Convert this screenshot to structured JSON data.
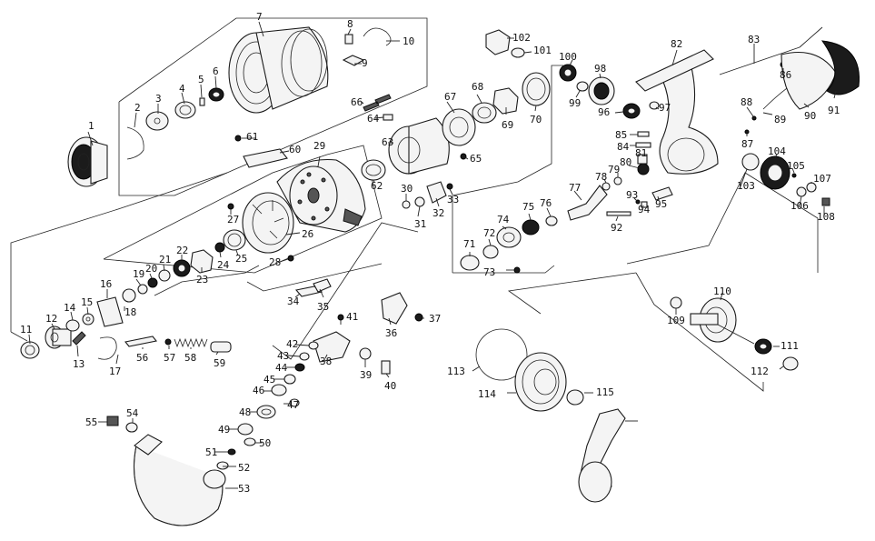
{
  "diagram": {
    "labels": [
      "1",
      "2",
      "3",
      "4",
      "5",
      "6",
      "7",
      "8",
      "9",
      "10",
      "11",
      "12",
      "13",
      "14",
      "15",
      "16",
      "17",
      "18",
      "19",
      "20",
      "21",
      "22",
      "23",
      "24",
      "25",
      "26",
      "27",
      "28",
      "29",
      "30",
      "31",
      "32",
      "33",
      "34",
      "35",
      "36",
      "37",
      "38",
      "39",
      "40",
      "41",
      "42",
      "43",
      "44",
      "45",
      "46",
      "47",
      "48",
      "49",
      "50",
      "51",
      "52",
      "53",
      "54",
      "55",
      "56",
      "57",
      "58",
      "59",
      "60",
      "61",
      "62",
      "63",
      "64",
      "65",
      "66",
      "67",
      "68",
      "69",
      "70",
      "71",
      "72",
      "73",
      "74",
      "75",
      "76",
      "77",
      "78",
      "79",
      "80",
      "81",
      "82",
      "83",
      "84",
      "85",
      "86",
      "87",
      "88",
      "89",
      "90",
      "91",
      "92",
      "93",
      "94",
      "95",
      "96",
      "97",
      "98",
      "99",
      "100",
      "101",
      "102",
      "103",
      "104",
      "105",
      "106",
      "107",
      "108",
      "109",
      "110",
      "111",
      "112",
      "113",
      "114",
      "115"
    ]
  }
}
